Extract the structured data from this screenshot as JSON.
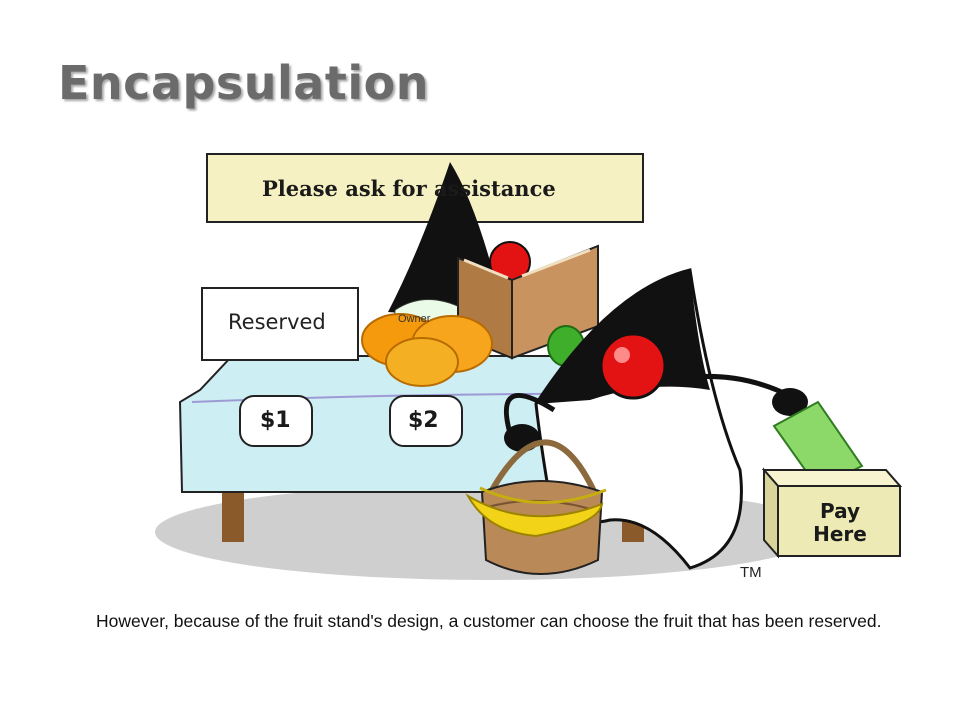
{
  "slide": {
    "title": "Encapsulation",
    "caption": "However, because of the fruit stand's design, a customer can choose the fruit that has been reserved."
  },
  "illustration": {
    "sign_text": "Please ask for assistance",
    "reserved_card": "Reserved",
    "price_tags": [
      "$1",
      "$2"
    ],
    "owner_badge": "Owner",
    "pay_box": "Pay Here",
    "trademark": "TM"
  },
  "colors": {
    "title": "#6b6b6b",
    "sign_bg": "#f6f1c2",
    "table_top": "#cdeef3",
    "table_legs": "#8b5a2b",
    "duke_red": "#e41313",
    "orange_fruit": "#f59a0c",
    "banana": "#f2d318",
    "basket": "#b98a58",
    "money": "#8cd96a",
    "pay_box": "#eeeab5"
  }
}
